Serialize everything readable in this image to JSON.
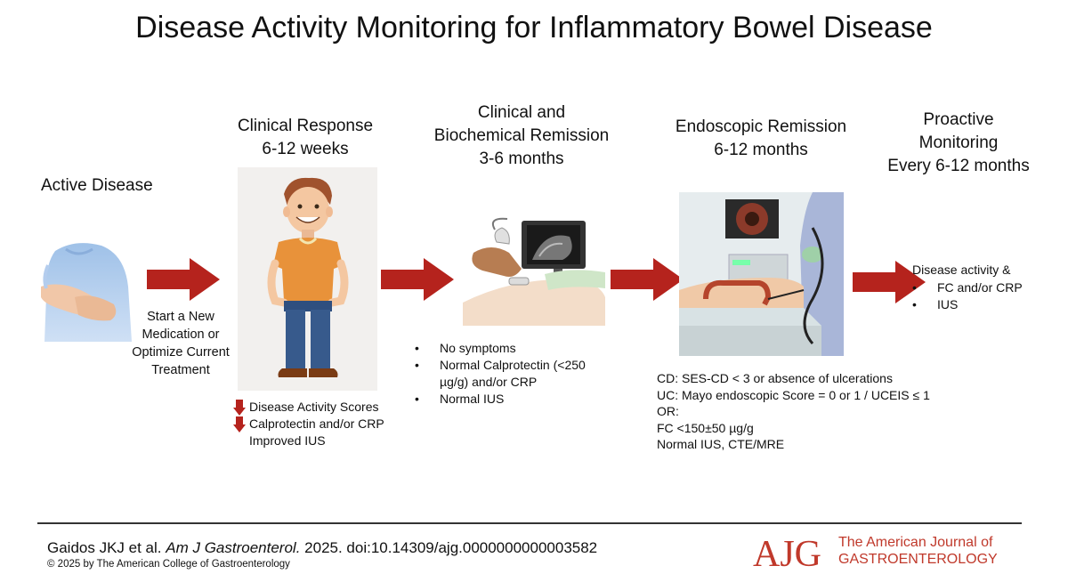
{
  "title": "Disease Activity Monitoring for Inflammatory Bowel Disease",
  "colors": {
    "arrow": "#b5231d",
    "ajg_red": "#c0392b",
    "divider": "#333333"
  },
  "stages": {
    "active": {
      "title": "Active Disease",
      "caption_lines": [
        "Start a New",
        "Medication or",
        "Optimize Current",
        "Treatment"
      ]
    },
    "clinical_response": {
      "title_lines": [
        "Clinical Response",
        "6-12 weeks"
      ],
      "items": [
        "Disease Activity Scores",
        "Calprotectin and/or CRP",
        "Improved IUS"
      ],
      "down_arrow_icon": "down-arrow-icon"
    },
    "biochemical_remission": {
      "title_lines": [
        "Clinical and",
        "Biochemical Remission",
        "3-6 months"
      ],
      "bullets": [
        "No symptoms",
        "Normal Calprotectin (<250 µg/g) and/or CRP",
        "Normal IUS"
      ]
    },
    "endoscopic_remission": {
      "title_lines": [
        "Endoscopic Remission",
        "6-12 months"
      ],
      "criteria_lines": [
        "CD: SES-CD < 3 or absence of ulcerations",
        "UC: Mayo endoscopic Score = 0 or 1 / UCEIS ≤ 1",
        "OR:",
        "FC <150±50 µg/g",
        "Normal IUS, CTE/MRE"
      ]
    },
    "proactive": {
      "title_lines": [
        "Proactive",
        "Monitoring",
        "Every 6-12 months"
      ],
      "lead": "Disease activity &",
      "bullets": [
        "FC and/or CRP",
        "IUS"
      ]
    }
  },
  "footer": {
    "citation_authors": "Gaidos JKJ et al.",
    "citation_journal": "Am J Gastroenterol.",
    "citation_rest": "2025. doi:10.14309/ajg.0000000000003582",
    "copyright": "© 2025 by The American College of Gastroenterology",
    "logo_text": "AJG",
    "journal_line1": "The American Journal of",
    "journal_line2": "GASTROENTEROLOGY"
  }
}
